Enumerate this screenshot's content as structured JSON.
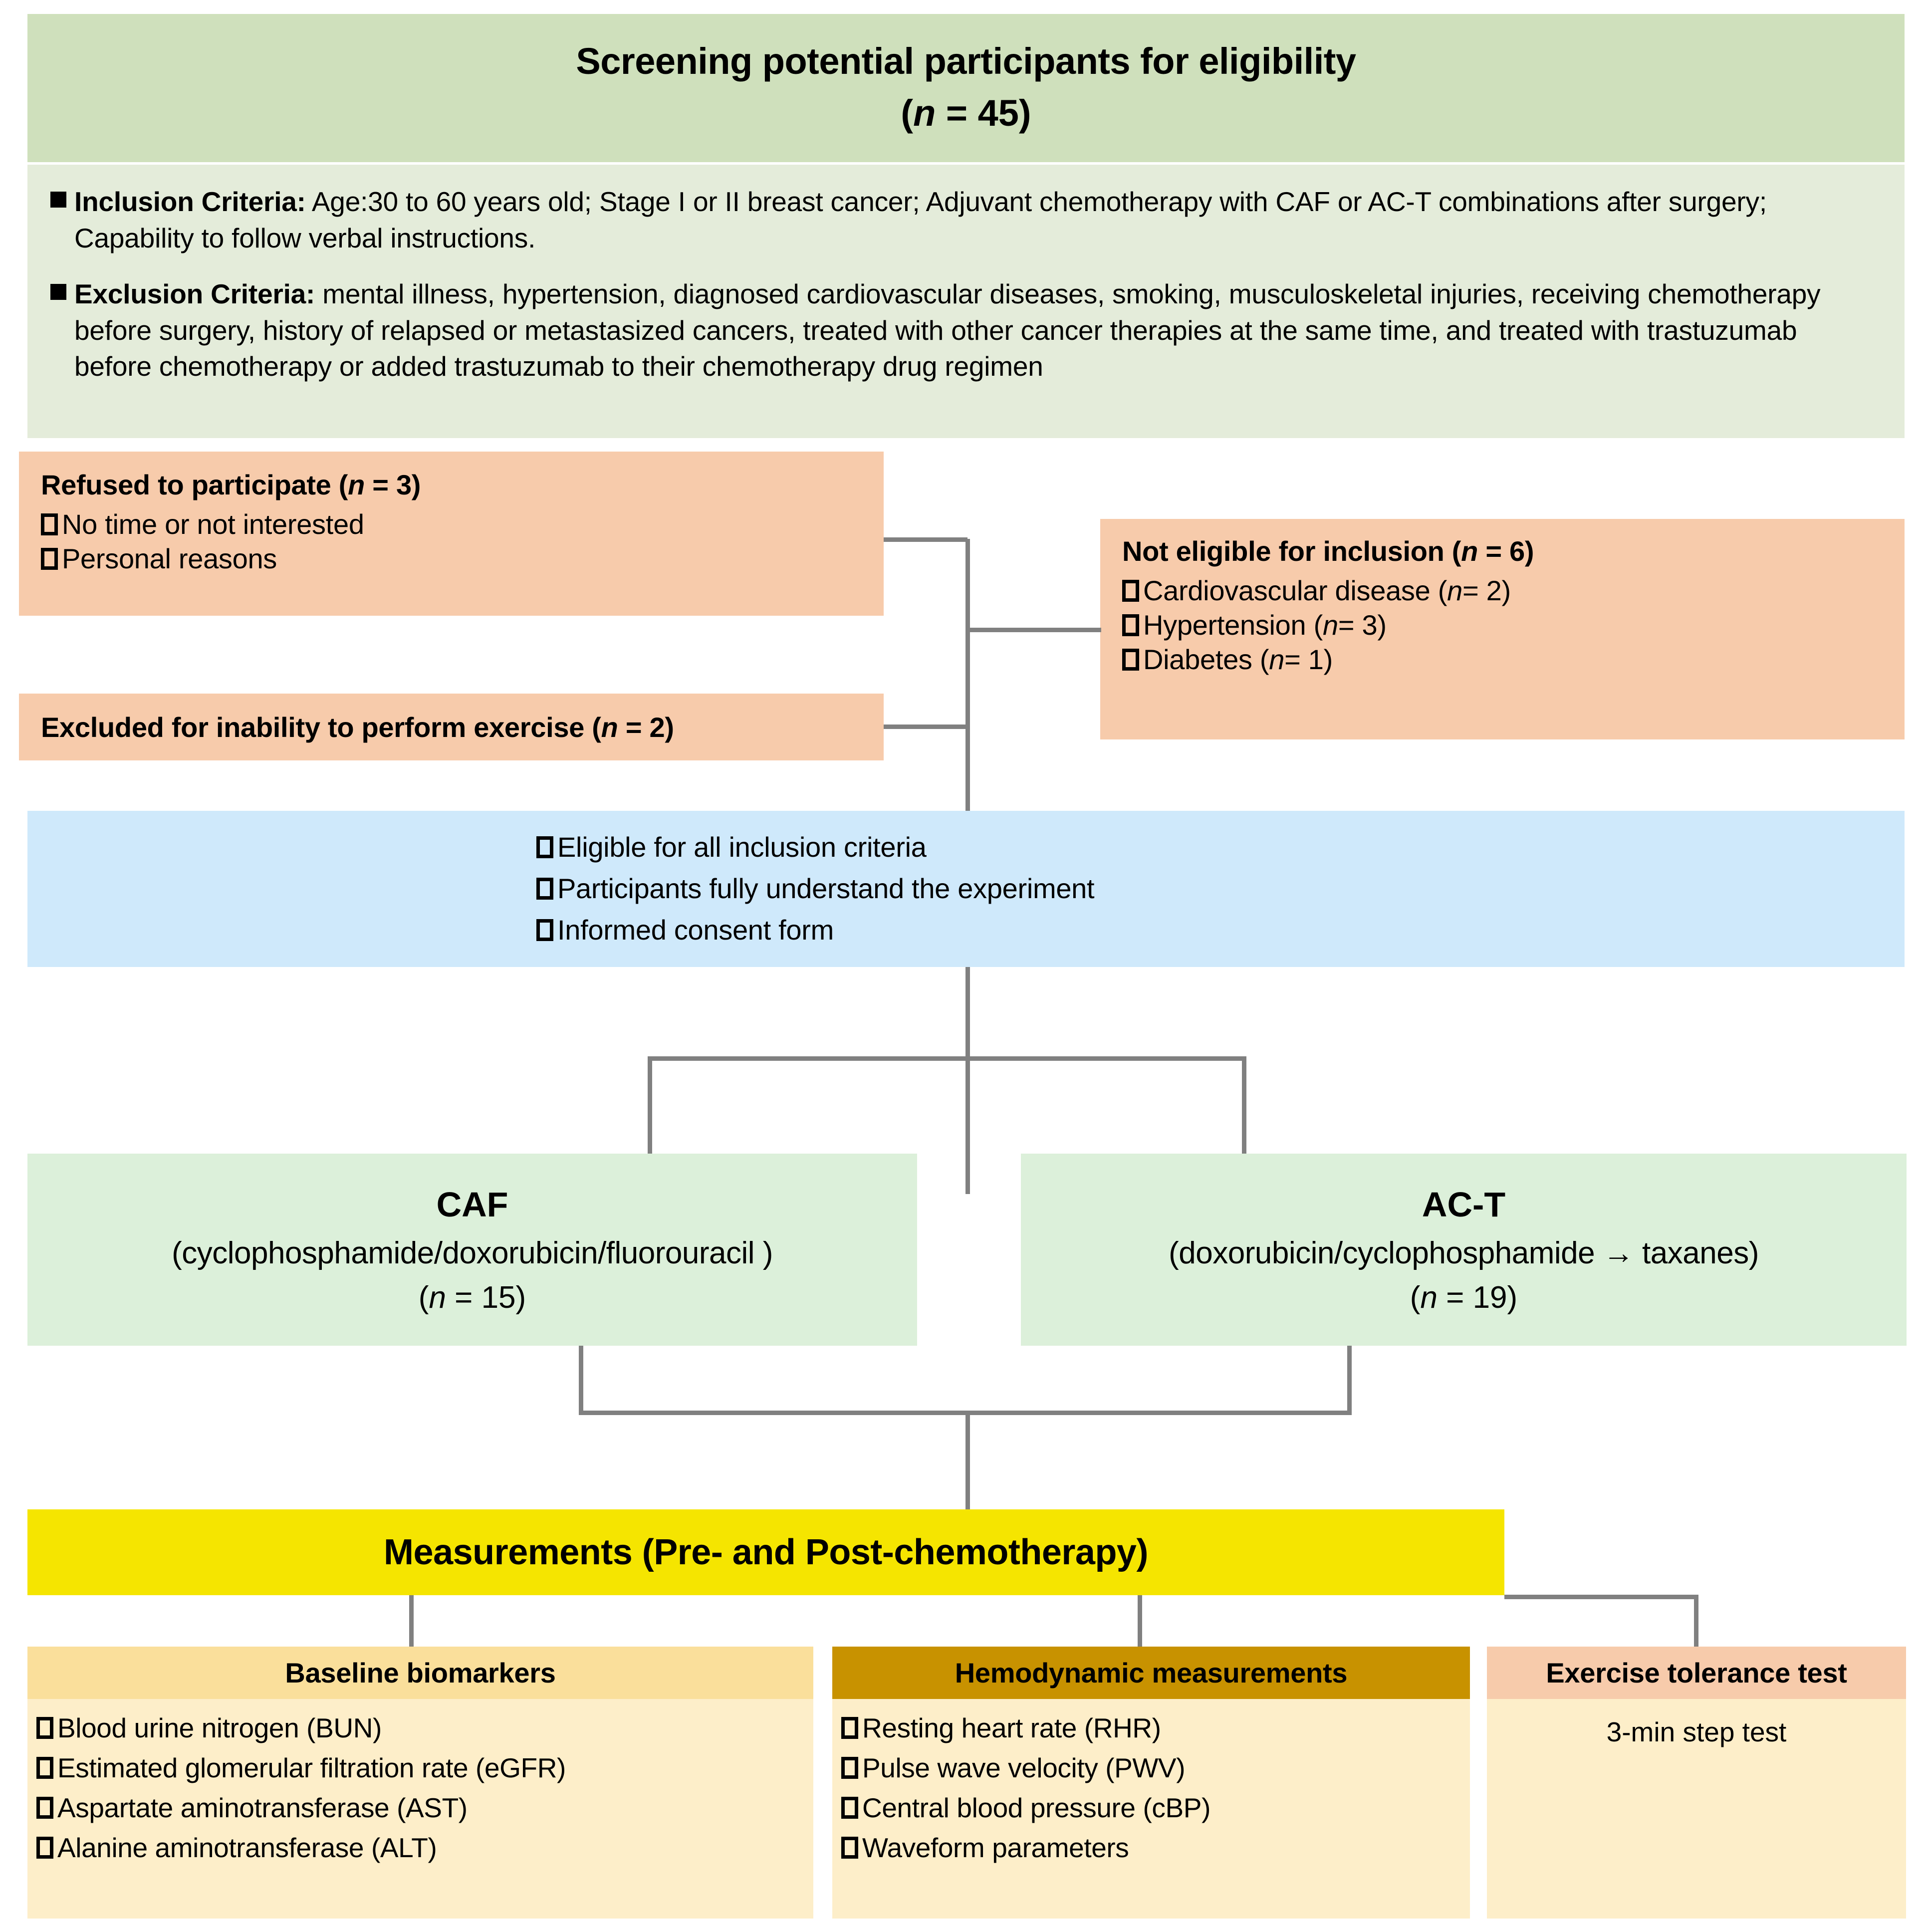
{
  "screening": {
    "title": "Screening potential participants for eligibility",
    "n_prefix": "(",
    "n_var": "n",
    "n_value": " = 45)"
  },
  "criteria": {
    "inclusion_label": "Inclusion Criteria:",
    "inclusion_text": " Age:30 to 60 years old; Stage I or II breast cancer; Adjuvant chemotherapy with CAF or AC-T combinations after surgery; Capability to follow verbal instructions.",
    "exclusion_label": "Exclusion Criteria:",
    "exclusion_text": " mental illness, hypertension, diagnosed cardiovascular diseases, smoking, musculoskeletal injuries, receiving chemotherapy before surgery, history of relapsed or metastasized cancers, treated with other cancer therapies at the same time, and treated with trastuzumab before chemotherapy or added trastuzumab to their chemotherapy drug regimen"
  },
  "refused": {
    "title_pre": "Refused to participate (",
    "title_var": "n",
    "title_post": " = 3)",
    "items": [
      "No time or not interested",
      "Personal reasons"
    ]
  },
  "not_eligible": {
    "title_pre": "Not eligible for inclusion (",
    "title_var": "n",
    "title_post": " = 6)",
    "items": [
      {
        "pre": "Cardiovascular disease (",
        "var": "n",
        "post": " = 2)"
      },
      {
        "pre": "Hypertension (",
        "var": "n",
        "post": " = 3)"
      },
      {
        "pre": "Diabetes (",
        "var": "n",
        "post": " = 1)"
      }
    ]
  },
  "excluded_exercise": {
    "title_pre": "Excluded for inability to perform exercise (",
    "title_var": "n",
    "title_post": " = 2)"
  },
  "eligible": {
    "items": [
      "Eligible for all inclusion criteria",
      "Participants fully understand the experiment",
      "Informed consent form"
    ]
  },
  "groups": [
    {
      "name": "CAF",
      "desc": "(cyclophosphamide/doxorubicin/fluorouracil )",
      "n_pre": "(",
      "n_var": "n",
      "n_post": " = 15)"
    },
    {
      "name": "AC-T",
      "desc": "(doxorubicin/cyclophosphamide → taxanes)",
      "n_pre": "(",
      "n_var": "n",
      "n_post": " = 19)"
    }
  ],
  "measurements": {
    "label": "Measurements (Pre- and Post-chemotherapy)"
  },
  "bottom": {
    "biomarkers": {
      "header": "Baseline biomarkers",
      "items": [
        "Blood urine nitrogen (BUN)",
        "Estimated glomerular filtration  rate (eGFR)",
        "Aspartate aminotransferase (AST)",
        "Alanine aminotransferase (ALT)"
      ]
    },
    "hemodynamic": {
      "header": "Hemodynamic measurements",
      "items": [
        "Resting heart rate (RHR)",
        "Pulse wave velocity (PWV)",
        "Central blood pressure (cBP)",
        "Waveform parameters"
      ]
    },
    "exercise": {
      "header": "Exercise tolerance test",
      "content": "3-min step test"
    }
  },
  "colors": {
    "header_green": "#cfe0bc",
    "criteria_green": "#e4ecda",
    "peach": "#f7cbab",
    "blue": "#cfe9fb",
    "group_green": "#dcf0da",
    "yellow": "#f5e500",
    "biomarker_head": "#fadf9b",
    "hemo_head": "#c89200",
    "body_cream": "#fdeec9",
    "connector": "#808080"
  }
}
